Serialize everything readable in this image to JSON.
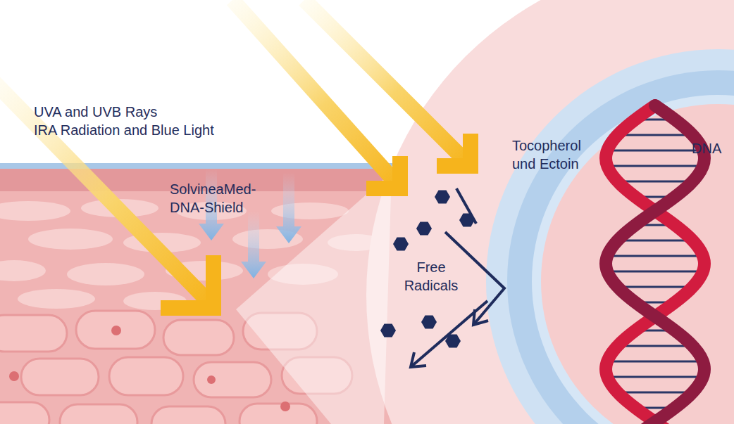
{
  "diagram": {
    "labels": [
      "UVA and UVB Rays",
      "IRA Radiation and Blue Light",
      "SolvineaMed- DNA-Shield",
      "Free Radicals",
      "Tocopherol und Ectoin",
      "DNA"
    ]
  }
}
